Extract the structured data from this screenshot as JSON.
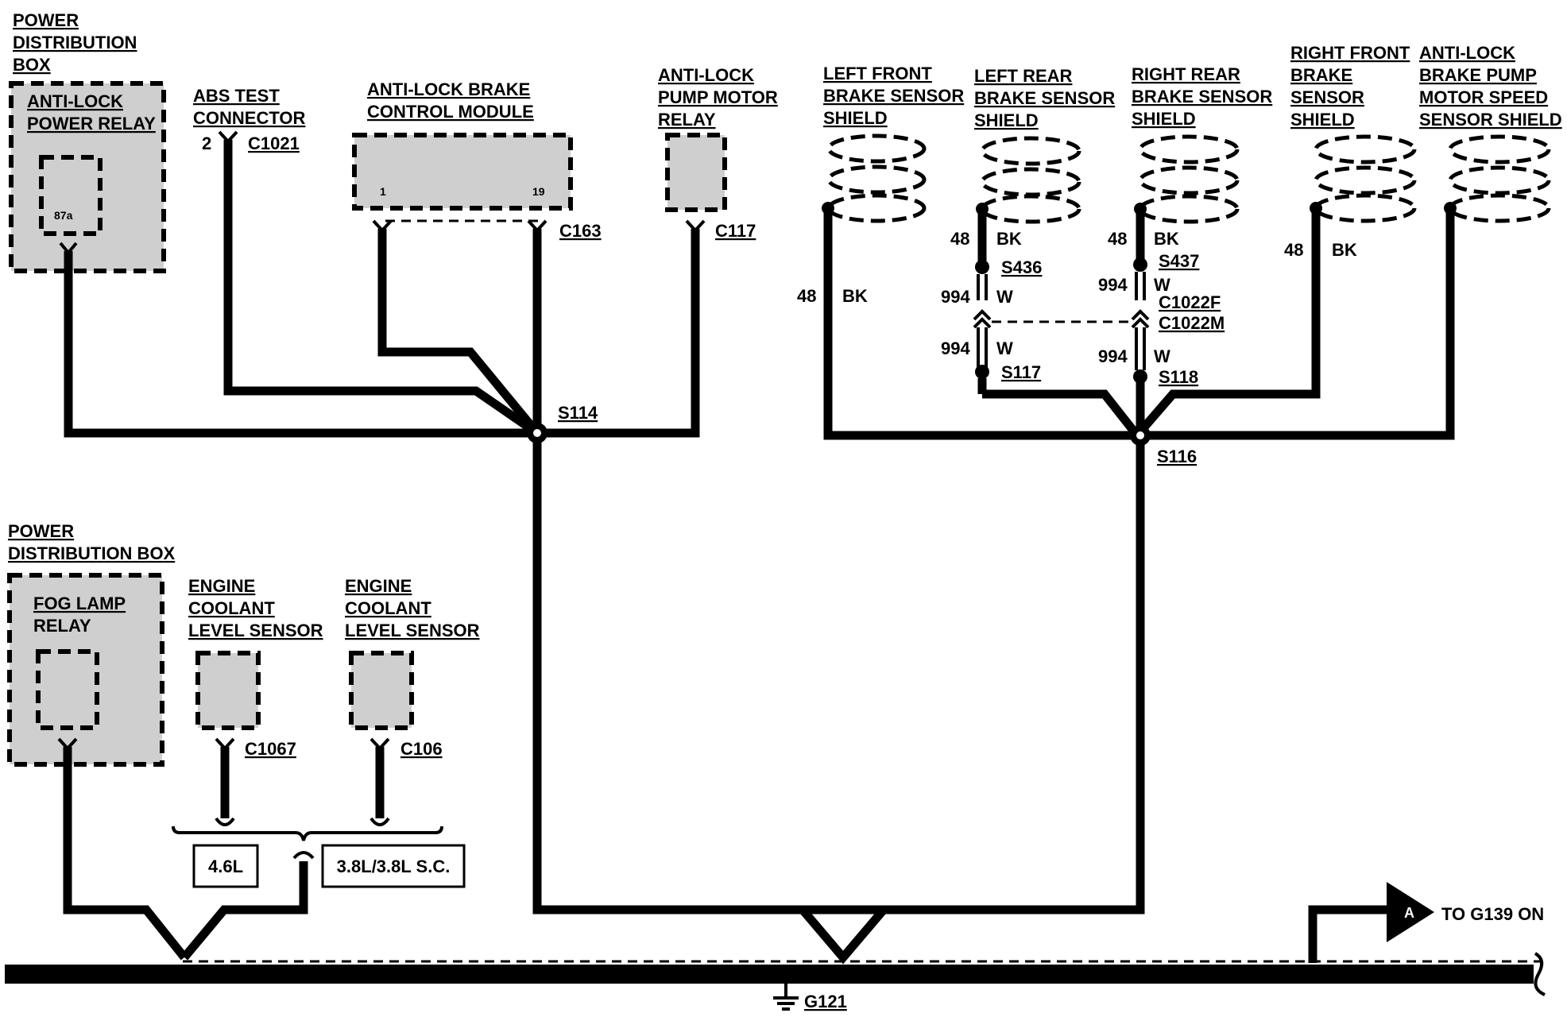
{
  "components": {
    "pdb_top": {
      "line1": "POWER",
      "line2": "DISTRIBUTION",
      "line3": "BOX"
    },
    "anti_lock_power_relay": {
      "line1": "ANTI-LOCK",
      "line2": "POWER RELAY",
      "pin": "87a"
    },
    "abs_test_connector": {
      "line1": "ABS TEST",
      "line2": "CONNECTOR",
      "pin": "2",
      "connector": "C1021"
    },
    "abs_module": {
      "line1": "ANTI-LOCK BRAKE",
      "line2": "CONTROL MODULE",
      "pin_a": "1",
      "pin_b": "19",
      "connector": "C163"
    },
    "pump_motor_relay": {
      "line1": "ANTI-LOCK",
      "line2": "PUMP MOTOR",
      "line3": "RELAY",
      "connector": "C117"
    },
    "lf_shield": {
      "line1": "LEFT FRONT",
      "line2": "BRAKE SENSOR",
      "line3": "SHIELD"
    },
    "lr_shield": {
      "line1": "LEFT REAR",
      "line2": "BRAKE SENSOR",
      "line3": "SHIELD"
    },
    "rr_shield": {
      "line1": "RIGHT REAR",
      "line2": "BRAKE SENSOR",
      "line3": "SHIELD"
    },
    "rf_shield": {
      "line1": "RIGHT FRONT",
      "line2": "BRAKE",
      "line3": "SENSOR",
      "line4": "SHIELD"
    },
    "pump_speed_shield": {
      "line1": "ANTI-LOCK",
      "line2": "BRAKE PUMP",
      "line3": "MOTOR SPEED",
      "line4": "SENSOR SHIELD"
    },
    "pdb_bottom": {
      "line1": "POWER",
      "line2": "DISTRIBUTION BOX"
    },
    "fog_lamp_relay": {
      "line1": "FOG LAMP",
      "line2": "RELAY"
    },
    "coolant_sensor_a": {
      "line1": "ENGINE",
      "line2": "COOLANT",
      "line3": "LEVEL SENSOR",
      "connector": "C1067"
    },
    "coolant_sensor_b": {
      "line1": "ENGINE",
      "line2": "COOLANT",
      "line3": "LEVEL SENSOR",
      "connector": "C106"
    }
  },
  "splices": {
    "s114": "S114",
    "s116": "S116",
    "s436": "S436",
    "s437": "S437",
    "s117": "S117",
    "s118": "S118"
  },
  "connectors": {
    "c1022f": "C1022F",
    "c1022m": "C1022M"
  },
  "wires": {
    "lf": {
      "circuit": "48",
      "color": "BK"
    },
    "lr_upper": {
      "circuit": "48",
      "color": "BK"
    },
    "lr_mid": {
      "circuit": "994",
      "color": "W"
    },
    "lr_low": {
      "circuit": "994",
      "color": "W"
    },
    "rr_upper": {
      "circuit": "48",
      "color": "BK"
    },
    "rr_mid": {
      "circuit": "994",
      "color": "W"
    },
    "rr_low": {
      "circuit": "994",
      "color": "W"
    },
    "rf": {
      "circuit": "48",
      "color": "BK"
    }
  },
  "engine_options": {
    "option_a": "4.6L",
    "option_b": "3.8L/3.8L S.C."
  },
  "ground": {
    "label": "G121"
  },
  "offpage": {
    "marker": "A",
    "text": "TO G139 ON"
  }
}
